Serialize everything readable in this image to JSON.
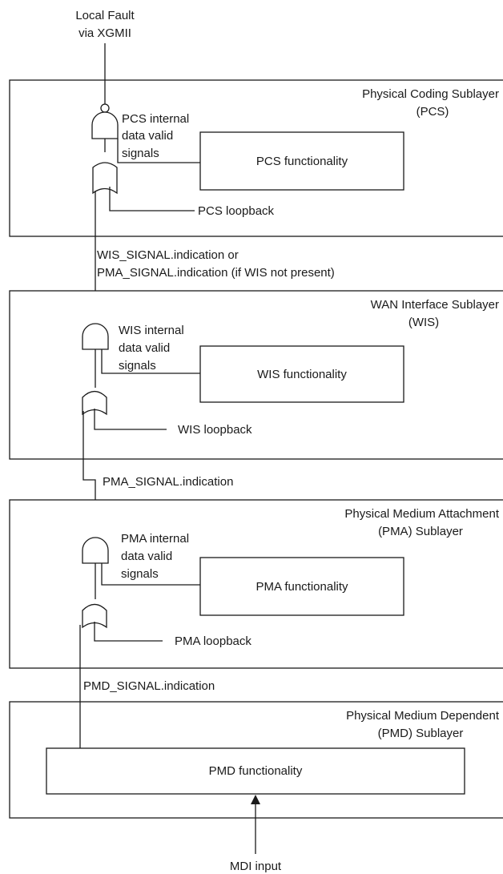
{
  "top_input": {
    "line1": "Local Fault",
    "line2": "via XGMII"
  },
  "pcs": {
    "layer_title": "Physical Coding Sublayer",
    "layer_abbrev": "(PCS)",
    "and_label_1": "PCS internal",
    "and_label_2": "data valid",
    "and_label_3": "signals",
    "func_label": "PCS functionality",
    "loopback_label": "PCS loopback"
  },
  "wis_signal": {
    "line1": "WIS_SIGNAL.indication or",
    "line2": "PMA_SIGNAL.indication (if WIS not present)"
  },
  "wis": {
    "layer_title": "WAN Interface Sublayer",
    "layer_abbrev": "(WIS)",
    "and_label_1": "WIS internal",
    "and_label_2": "data valid",
    "and_label_3": "signals",
    "func_label": "WIS functionality",
    "loopback_label": "WIS loopback"
  },
  "pma_signal": {
    "label": "PMA_SIGNAL.indication"
  },
  "pma": {
    "layer_title": "Physical Medium Attachment",
    "layer_abbrev": "(PMA) Sublayer",
    "and_label_1": "PMA internal",
    "and_label_2": "data valid",
    "and_label_3": "signals",
    "func_label": "PMA functionality",
    "loopback_label": "PMA loopback"
  },
  "pmd_signal": {
    "label": "PMD_SIGNAL.indication"
  },
  "pmd": {
    "layer_title": "Physical Medium Dependent",
    "layer_abbrev": "(PMD) Sublayer",
    "func_label": "PMD functionality"
  },
  "mdi": {
    "label": "MDI input"
  }
}
